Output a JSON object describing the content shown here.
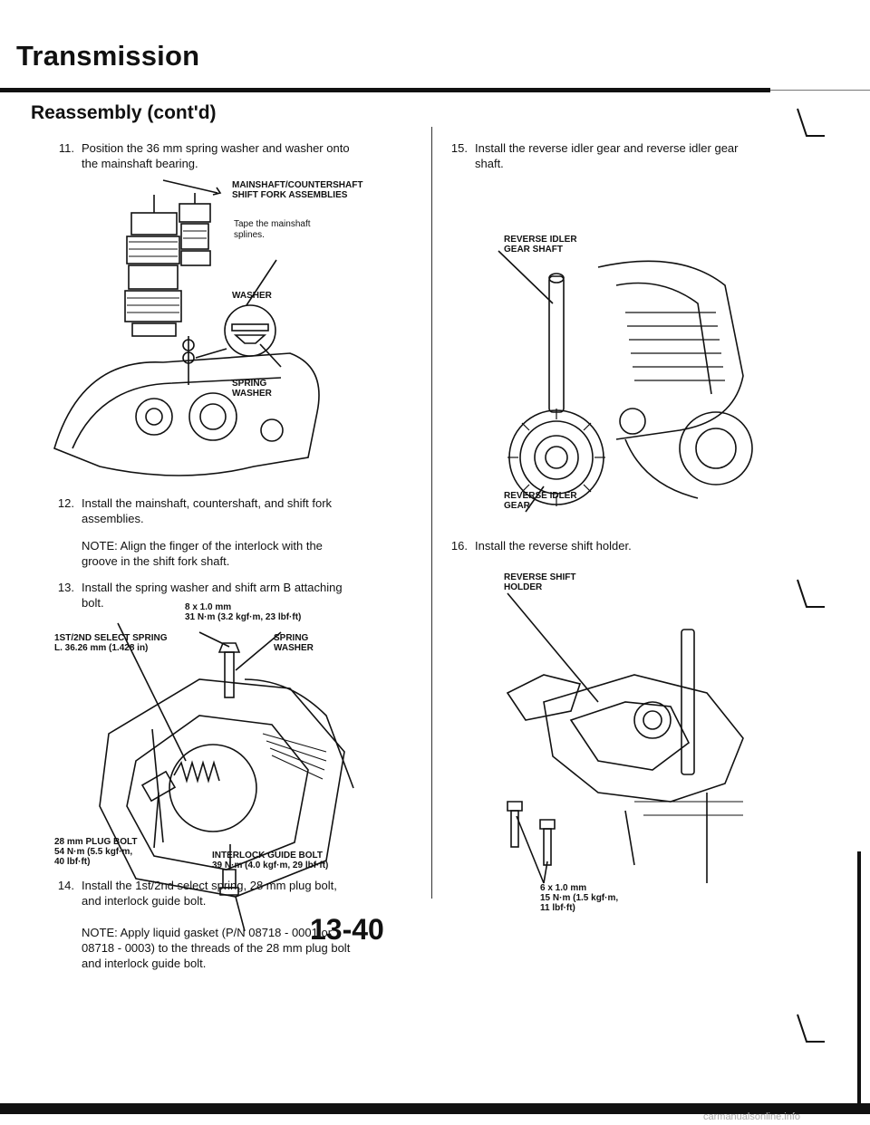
{
  "header": {
    "title": "Transmission",
    "section": "Reassembly (cont'd)"
  },
  "steps": [
    {
      "num": "11.",
      "lines": [
        "Position the 36 mm spring washer and washer onto",
        "the mainshaft bearing."
      ]
    },
    {
      "num": "12.",
      "lines": [
        "Install the mainshaft, countershaft, and shift fork",
        "assemblies."
      ]
    },
    {
      "num": "13.",
      "lines": [
        "Install the spring washer and shift arm B attaching",
        "bolt."
      ]
    },
    {
      "num": "14.",
      "lines": [
        "Install the 1st/2nd select spring, 28 mm plug bolt,",
        "and interlock guide bolt."
      ]
    },
    {
      "num": "15.",
      "lines": [
        "Install the reverse idler gear and reverse idler gear",
        "shaft."
      ]
    },
    {
      "num": "16.",
      "lines": [
        "Install the reverse shift holder."
      ]
    }
  ],
  "notes": {
    "step12": [
      "NOTE: Align the finger of the interlock with the",
      "groove in the shift fork shaft."
    ],
    "step14": [
      "NOTE: Apply liquid gasket (P/N 08718 - 0001 or",
      "08718 - 0003) to the threads of the 28 mm plug bolt",
      "and interlock guide bolt."
    ]
  },
  "labels": {
    "fig1": {
      "assemblies": "MAINSHAFT/COUNTERSHAFT\nSHIFT FORK ASSEMBLIES",
      "tape": "Tape the mainshaft\nsplines.",
      "washer": "WASHER",
      "spring_washer": "SPRING\nWASHER"
    },
    "fig2": {
      "bolt_spec": "8 x 1.0 mm\n31 N·m (3.2 kgf·m, 23 lbf·ft)",
      "select_spring": "1ST/2ND SELECT SPRING\nL. 36.26 mm (1.428 in)",
      "spring_washer": "SPRING\nWASHER",
      "plug_bolt": "28 mm PLUG BOLT\n54 N·m (5.5 kgf·m,\n40 lbf·ft)",
      "guide_bolt": "INTERLOCK GUIDE BOLT\n39 N·m (4.0 kgf·m, 29 lbf·ft)"
    },
    "fig3": {
      "shaft": "REVERSE IDLER\nGEAR SHAFT",
      "gear": "REVERSE IDLER\nGEAR"
    },
    "fig4": {
      "holder": "REVERSE SHIFT\nHOLDER",
      "bolt_spec": "6 x 1.0 mm\n15 N·m (1.5 kgf·m,\n11 lbf·ft)"
    }
  },
  "footer": {
    "page": "13-40",
    "watermark": "carmanualsonline.info"
  }
}
